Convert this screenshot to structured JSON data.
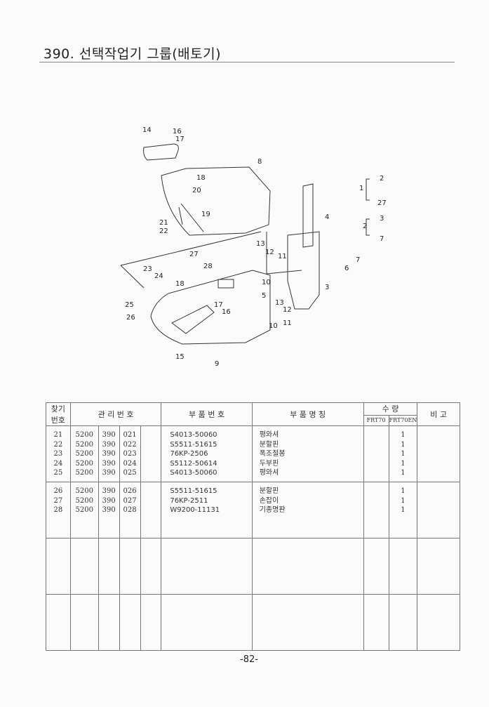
{
  "header": {
    "title": "390. 선택작업기 그룹(배토기)"
  },
  "diagram": {
    "callouts": [
      "14",
      "16",
      "17",
      "8",
      "18",
      "20",
      "19",
      "21",
      "22",
      "27",
      "2",
      "1",
      "27",
      "3",
      "2",
      "7",
      "4",
      "13",
      "12",
      "11",
      "6",
      "7",
      "23",
      "24",
      "28",
      "18",
      "10",
      "5",
      "3",
      "13",
      "12",
      "11",
      "10",
      "17",
      "16",
      "25",
      "26",
      "15",
      "9"
    ]
  },
  "table": {
    "headers": {
      "find_no": "찾기 번호",
      "control_no": "관 리 번 호",
      "part_no": "부 품 번 호",
      "part_name": "부 품 명 칭",
      "qty": "수 량",
      "qty_a": "FRT70",
      "qty_b": "FRT70EN",
      "remarks": "비 고"
    },
    "groups": [
      {
        "rows": [
          {
            "find": "21",
            "c1": "5200",
            "c2": "390",
            "c3": "021",
            "part": "S4013-50060",
            "name": "평와셔",
            "qty_b": "1"
          },
          {
            "find": "22",
            "c1": "5200",
            "c2": "390",
            "c3": "022",
            "part": "S5511-51615",
            "name": "분할핀",
            "qty_b": "1"
          },
          {
            "find": "23",
            "c1": "5200",
            "c2": "390",
            "c3": "023",
            "part": "76KP-2506",
            "name": "폭조절봉",
            "qty_b": "1"
          },
          {
            "find": "24",
            "c1": "5200",
            "c2": "390",
            "c3": "024",
            "part": "S5112-50614",
            "name": "두부핀",
            "qty_b": "1"
          },
          {
            "find": "25",
            "c1": "5200",
            "c2": "390",
            "c3": "025",
            "part": "S4013-50060",
            "name": "평와셔",
            "qty_b": "1"
          }
        ]
      },
      {
        "rows": [
          {
            "find": "26",
            "c1": "5200",
            "c2": "390",
            "c3": "026",
            "part": "S5511-51615",
            "name": "분할핀",
            "qty_b": "1"
          },
          {
            "find": "27",
            "c1": "5200",
            "c2": "390",
            "c3": "027",
            "part": "76KP-2511",
            "name": "손잡이",
            "qty_b": "1"
          },
          {
            "find": "28",
            "c1": "5200",
            "c2": "390",
            "c3": "028",
            "part": "W9200-11131",
            "name": "기종명판",
            "qty_b": "1"
          }
        ]
      }
    ]
  },
  "footer": {
    "page_number": "-82-"
  }
}
